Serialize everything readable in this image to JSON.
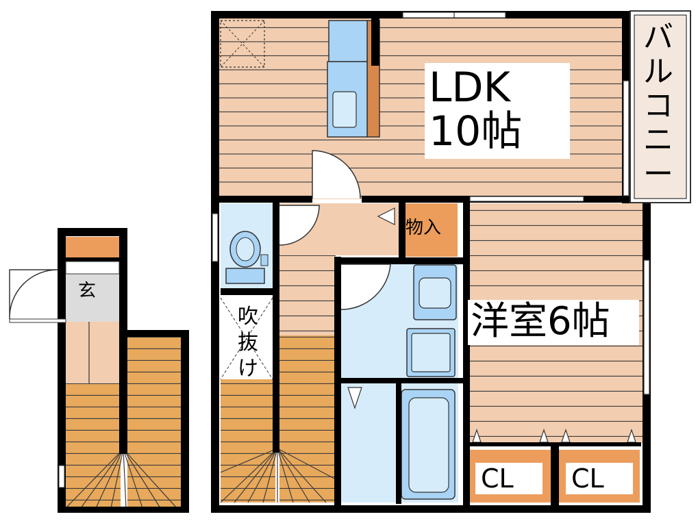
{
  "rooms": {
    "ldk_line1": "LDK",
    "ldk_line2": "10帖",
    "western_room": "洋室6帖",
    "storage": "物入",
    "entrance": "玄",
    "open_ceiling": "吹抜け",
    "closet_1": "CL",
    "closet_2": "CL",
    "balcony": "バルコニー"
  },
  "colors": {
    "floor": "#f2cdb0",
    "wall": "#000000",
    "stairs": "#e8a95c",
    "wet_area": "#d6ecfb",
    "fixture_blue": "#a9d4f5",
    "storage_orange": "#ec9d5c",
    "entrance_tile": "#dcdcdc"
  }
}
